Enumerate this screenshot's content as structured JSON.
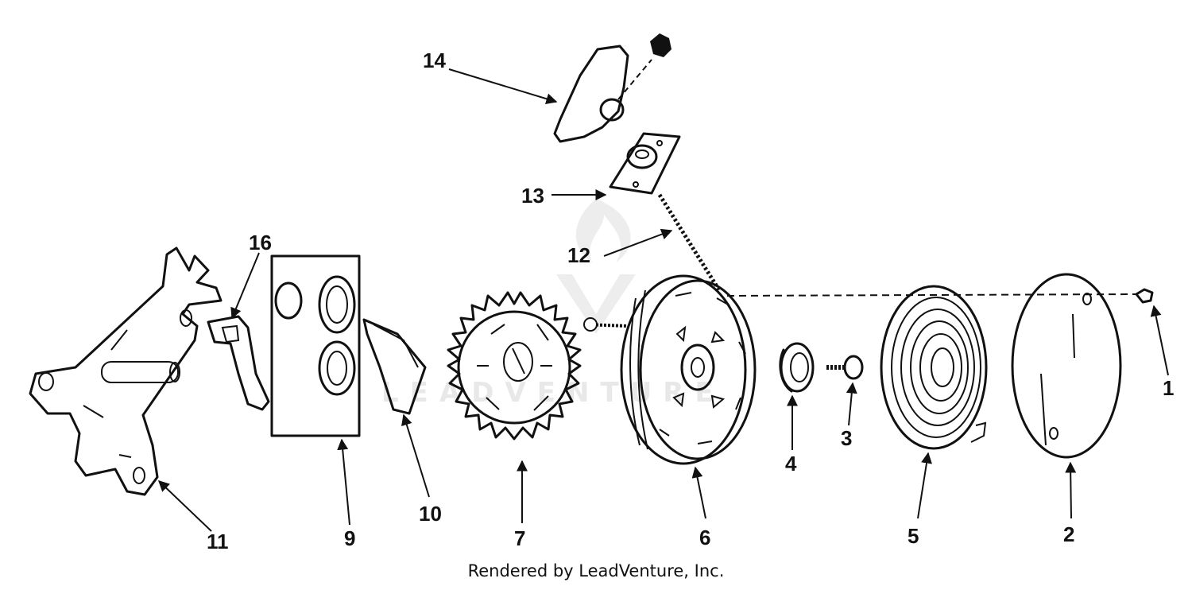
{
  "diagram": {
    "parts": {
      "p1": "1",
      "p2": "2",
      "p3": "3",
      "p4": "4",
      "p5": "5",
      "p6": "6",
      "p7": "7",
      "p9": "9",
      "p10": "10",
      "p11": "11",
      "p12": "12",
      "p13": "13",
      "p14": "14",
      "p16": "16"
    }
  },
  "footer": {
    "credit": "Rendered by LeadVenture, Inc."
  },
  "watermark": {
    "text": "LEADVENTURE"
  }
}
